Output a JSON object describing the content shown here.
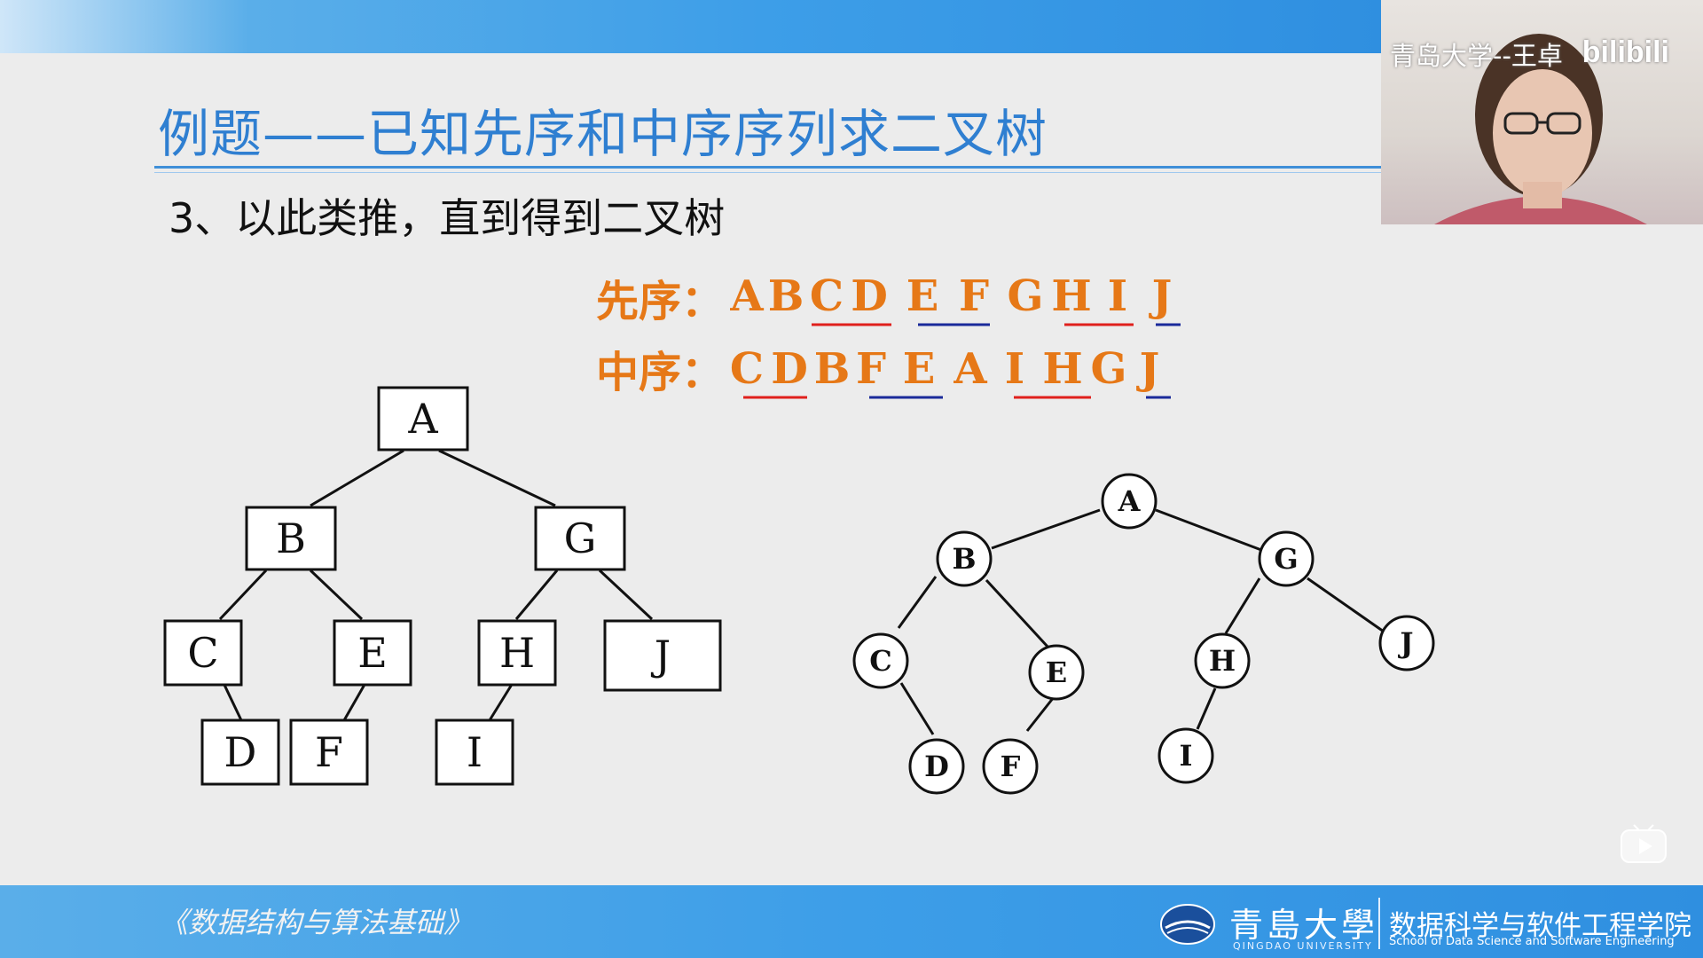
{
  "slide": {
    "title": "例题——已知先序和中序序列求二叉树",
    "step": "3、以此类推，直到得到二叉树",
    "preorder": {
      "label": "先序：",
      "letters": [
        "A",
        "B",
        "C",
        "D",
        "E",
        "F",
        "G",
        "H",
        "I",
        "J"
      ]
    },
    "inorder": {
      "label": "中序：",
      "letters": [
        "C",
        "D",
        "B",
        "F",
        "E",
        "A",
        "I",
        "H",
        "G",
        "J"
      ]
    },
    "underline_colors": {
      "red": "#e0201c",
      "blue": "#1a2a9a"
    },
    "accent_orange": "#e67817",
    "title_blue": "#2f7fd1"
  },
  "box_tree": {
    "nodes": [
      "A",
      "B",
      "G",
      "C",
      "E",
      "H",
      "J",
      "D",
      "F",
      "I"
    ]
  },
  "circle_tree": {
    "nodes": [
      "A",
      "B",
      "G",
      "C",
      "E",
      "H",
      "J",
      "D",
      "F",
      "I"
    ]
  },
  "webcam": {
    "caption": "青岛大学--王卓",
    "platform": "bilibili"
  },
  "footer": {
    "course": "《数据结构与算法基础》",
    "university_cn": "青島大學",
    "university_en": "QINGDAO UNIVERSITY",
    "school_cn": "数据科学与软件工程学院",
    "school_en": "School of Data Science and Software Engineering"
  }
}
